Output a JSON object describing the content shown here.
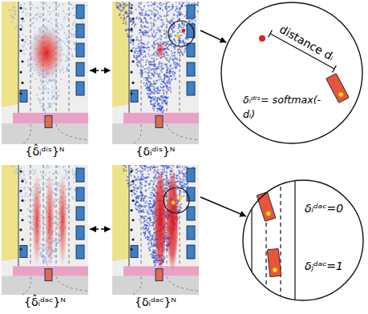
{
  "diagram": {
    "nodes": [
      {
        "text": [
          "{δ̂ᵢᵈⁱˢ}ᴺ"
        ]
      },
      {
        "text": [
          "{δᵢᵈⁱˢ}ᴺ"
        ]
      },
      {
        "text": [
          "distance dᵢ",
          "δᵢᵈⁱˢ= softmax(-dᵢ)"
        ]
      },
      {
        "text": [
          "{δ̂ᵢᵈᵃᶜ}ᴺ"
        ]
      },
      {
        "text": [
          "{δᵢᵈᵃᶜ}ᴺ"
        ]
      },
      {
        "text": [
          "δᵢᵈᵃᶜ=0",
          "δⱼᵈᵃᶜ=1"
        ]
      }
    ],
    "edges": [
      {
        "from": 0,
        "to": 1,
        "arrow": "both"
      },
      {
        "from": 1,
        "to": 2,
        "arrow": "to"
      },
      {
        "from": 3,
        "to": 4,
        "arrow": "both"
      },
      {
        "from": 4,
        "to": 5,
        "arrow": "to"
      }
    ]
  }
}
